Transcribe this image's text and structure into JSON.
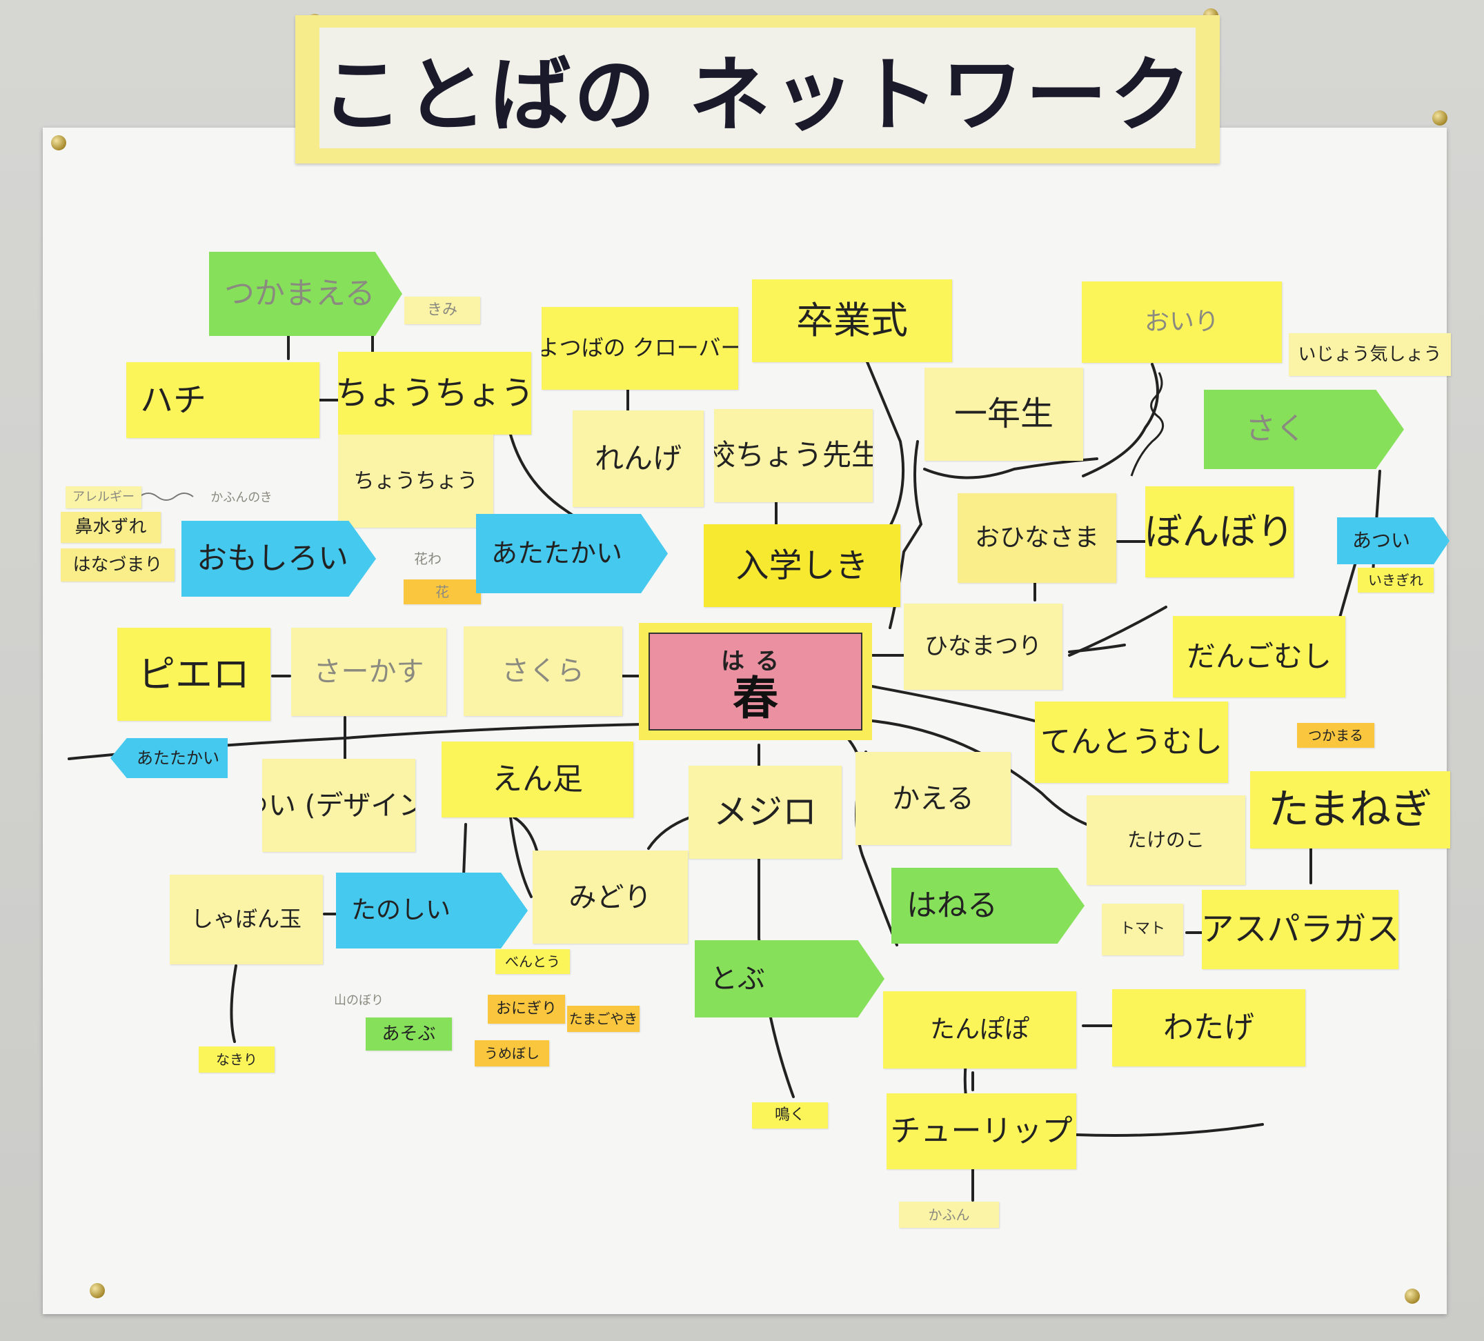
{
  "banner": {
    "title": "ことばの ネットワーク"
  },
  "center": {
    "reading": "はる",
    "label": "春"
  },
  "notes": {
    "tsukamaeru": "つかまえる",
    "kimi": "きみ",
    "hachi": "ハチ",
    "chouchou1": "ちょうちょう",
    "chouchou2": "ちょうちょう",
    "yotsuba": "よつばの クローバー",
    "sotsugyoushiki": "卒業式",
    "oiri": "おいり",
    "ijoukishou": "いじょう気しょう",
    "ichinensei": "一年生",
    "saku": "さく",
    "renge": "れんげ",
    "kouchou": "校ちょう先生",
    "arerugi": "アレルギー",
    "kafunnoki": "かふんのき",
    "hanamizu": "鼻水ずれ",
    "hanazumari": "はなづまり",
    "omoshiroi": "おもしろい",
    "hanawa": "花わ",
    "hana": "花",
    "atatakai1": "あたたかい",
    "nyuugakushiki": "入学しき",
    "ohinasama": "おひなさま",
    "bonbori": "ぼんぼり",
    "atsui": "あつい",
    "ikigire": "いきぎれ",
    "piero": "ピエロ",
    "saakasu": "さーかす",
    "sakura": "さくら",
    "hinamatsuri": "ひなまつり",
    "dangomushi": "だんごむし",
    "atatakai2": "あたたかい",
    "tentoumushi": "てんとうむし",
    "tsukamaru": "つかまる",
    "yui": "ゆい (デザイン)",
    "ensoku": "えん足",
    "mejiro": "メジロ",
    "kaeru": "かえる",
    "takenoko": "たけのこ",
    "tamanegi": "たまねぎ",
    "shabondama": "しゃぼん玉",
    "tanoshii": "たのしい",
    "midori": "みどり",
    "haneru": "はねる",
    "tomato": "トマト",
    "asuparagasu": "アスパラガス",
    "bentou": "べんとう",
    "yamanobori": "山のぼり",
    "onigiri": "おにぎり",
    "tamagoyaki": "たまごやき",
    "asobu": "あそぶ",
    "umeboshi": "うめぼし",
    "tobu": "とぶ",
    "tanpopo": "たんぽぽ",
    "watage": "わたげ",
    "nakiri": "なきり",
    "naku": "鳴く",
    "chuurippu": "チューリップ",
    "kafun": "かふん"
  }
}
